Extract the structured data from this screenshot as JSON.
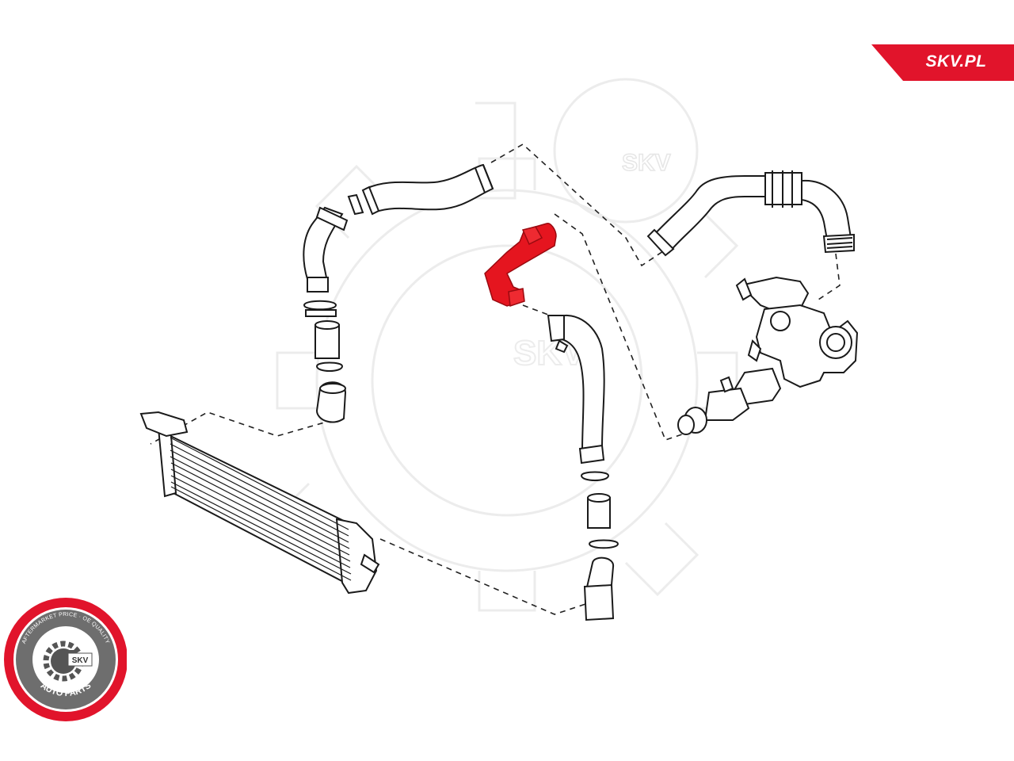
{
  "brand": {
    "tag_text": "SKV.PL",
    "accent_color": "#e1142b"
  },
  "seal": {
    "ring_text": "AFTERMARKET PRICE · OE QUALITY",
    "bottom_text": "AUTO PARTS",
    "center_text": "SKV",
    "icon": "gear-wrench-icon"
  },
  "watermark": {
    "text": "SKV",
    "icon": "gear-icon"
  },
  "diagram": {
    "highlight_color": "#e5151f",
    "line_color": "#1a1a1a",
    "parts": [
      "intercooler",
      "upper-left-hose",
      "left-connector-hose",
      "highlighted-hose",
      "middle-hose",
      "lower-connector-hose",
      "throttle-body",
      "upper-right-pipe"
    ]
  }
}
